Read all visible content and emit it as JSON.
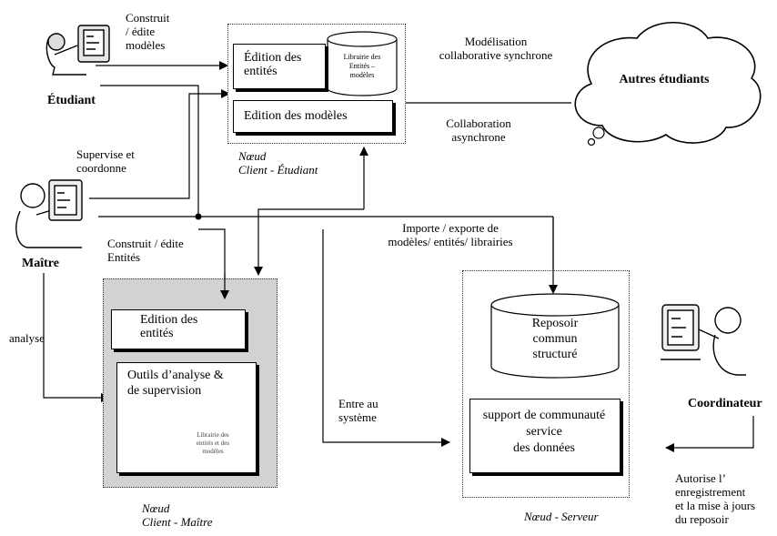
{
  "actors": {
    "etudiant": "Étudiant",
    "maitre": "Maître",
    "coordinateur": "Coordinateur"
  },
  "cloud_label": "Autres étudiants",
  "client_etudiant": {
    "node_label": "Nœud\nClient - Étudiant",
    "edition_entites": "Édition des\nentités",
    "librairie": "Librairie des\nEntités –\nmodèles",
    "edition_modeles": "Edition des modèles"
  },
  "client_maitre": {
    "node_label": "Nœud\nClient - Maître",
    "edition_entites": "Edition des\nentités",
    "outils": "Outils d’analyse &\nde supervision",
    "librairie": "Librairie des\nentités et des\nmodèles"
  },
  "serveur": {
    "node_label": "Nœud - Serveur",
    "reposoir": "Reposoir\ncommun\nstructuré",
    "support": "support de communauté\nservice\ndes données"
  },
  "labels": {
    "construit_edite_modeles": "Construit\n/ édite\nmodèles",
    "modelisation_sync": "Modélisation\ncollaborative synchrone",
    "collaboration_async": "Collaboration\nasynchrone",
    "supervise": "Supervise et\ncoordonne",
    "construit_edite_entites": "Construit / édite\nEntités",
    "importe_exporte": "Importe / exporte de\nmodèles/ entités/ librairies",
    "analyse": "analyse",
    "entre_systeme": "Entre au\nsystème",
    "autorise": "Autorise l’\nenregistrement\net la mise à jours\ndu reposoir"
  }
}
